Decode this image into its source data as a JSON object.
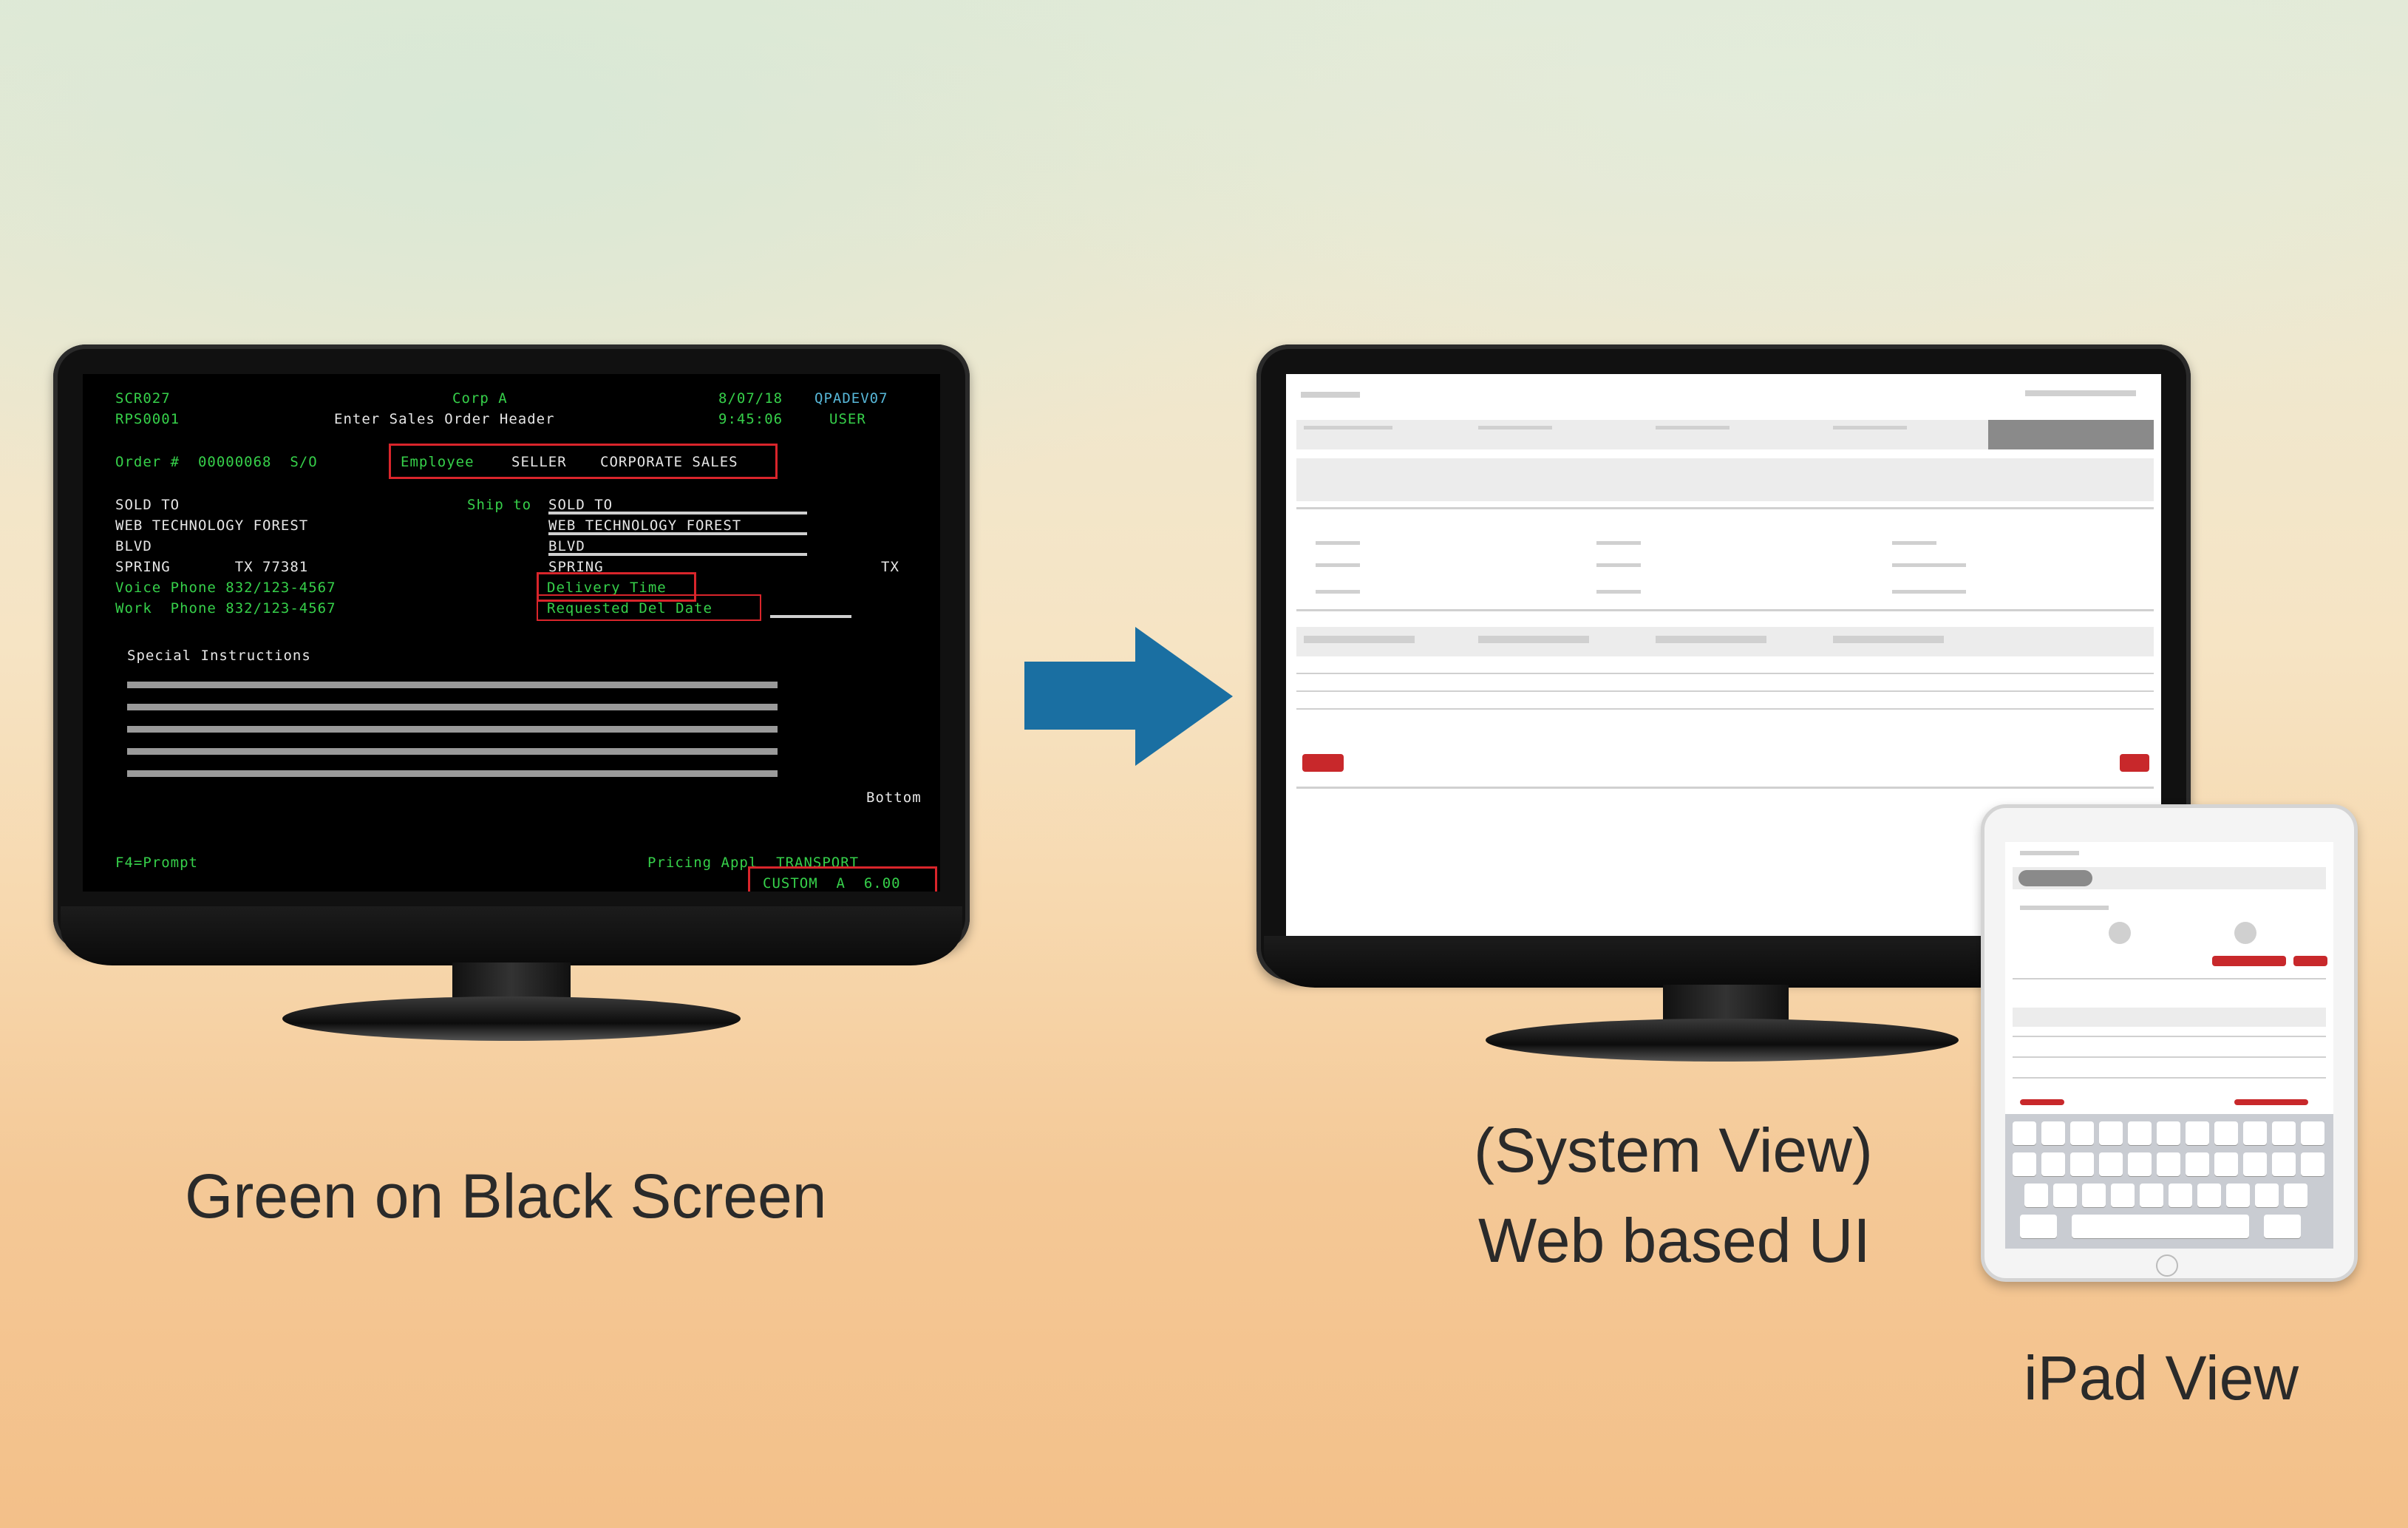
{
  "legacy_screen": {
    "lines": [
      {
        "text": "SCR027",
        "tone": "green"
      },
      {
        "text": "Corp A",
        "tone": "green"
      },
      {
        "text": "8/07/18",
        "tone": "green"
      },
      {
        "text": "QPADEV07",
        "tone": "cyan"
      },
      {
        "text": "RPS0001",
        "tone": "green"
      },
      {
        "text": "Enter Sales Order Header",
        "tone": "white"
      },
      {
        "text": "9:45:06",
        "tone": "green"
      },
      {
        "text": "USER",
        "tone": "green"
      },
      {
        "text": "Order #  00000068  S/O",
        "tone": "green"
      },
      {
        "text": "Employee",
        "tone": "green"
      },
      {
        "text": "SELLER",
        "tone": "white"
      },
      {
        "text": "CORPORATE SALES",
        "tone": "white"
      },
      {
        "text": "SOLD TO",
        "tone": "white"
      },
      {
        "text": "Ship to",
        "tone": "green"
      },
      {
        "text": "WEB TECHNOLOGY FOREST",
        "tone": "white"
      },
      {
        "text": "BLVD",
        "tone": "white"
      },
      {
        "text": "SPRING       TX 77381",
        "tone": "white"
      },
      {
        "text": "SPRING",
        "tone": "white"
      },
      {
        "text": "TX",
        "tone": "white"
      },
      {
        "text": "Voice Phone 832/123-4567",
        "tone": "green"
      },
      {
        "text": "Delivery Time",
        "tone": "green"
      },
      {
        "text": "Work  Phone 832/123-4567",
        "tone": "green"
      },
      {
        "text": "Requested Del Date",
        "tone": "green"
      },
      {
        "text": "Special Instructions",
        "tone": "white"
      },
      {
        "text": "Bottom",
        "tone": "white"
      },
      {
        "text": "F4=Prompt",
        "tone": "green"
      },
      {
        "text": "Pricing Appl  TRANSPORT",
        "tone": "green"
      },
      {
        "text": "CUSTOM  A  6.00",
        "tone": "green"
      }
    ]
  },
  "captions": {
    "legacy": "Green on Black Screen",
    "system_line1": "(System View)",
    "system_line2": "Web based UI",
    "ipad": "iPad View"
  },
  "colors": {
    "terminal_green": "#36d04a",
    "highlight_red": "#d9252b",
    "arrow_blue": "#1a6fa2",
    "button_red": "#c8282b"
  }
}
